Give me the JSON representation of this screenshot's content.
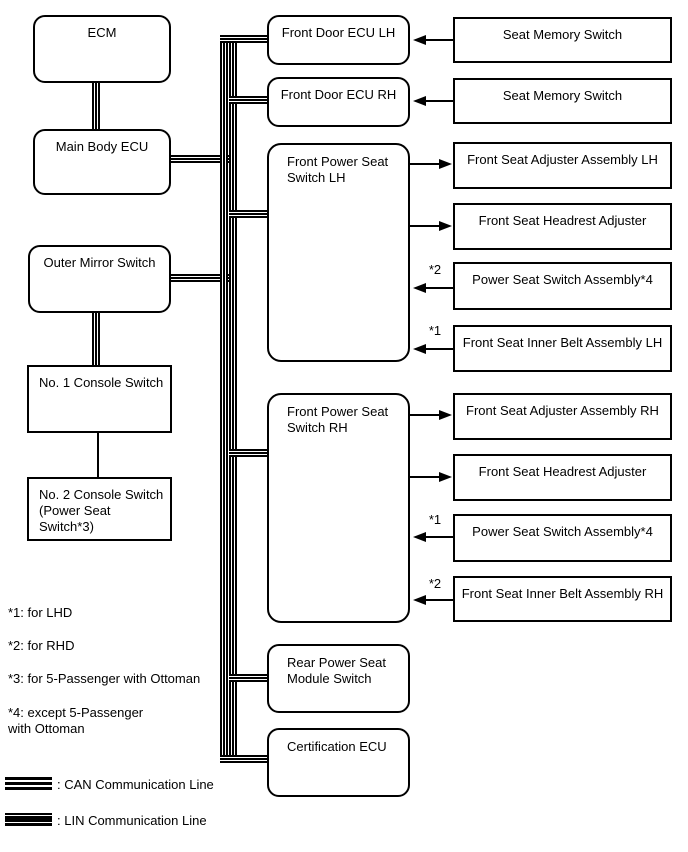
{
  "colors": {
    "line": "#000000",
    "background": "#ffffff",
    "text": "#000000"
  },
  "nodes": {
    "ecm": "ECM",
    "main_body_ecu": "Main Body ECU",
    "outer_mirror_switch": "Outer Mirror Switch",
    "no1_console_switch": "No. 1 Console Switch",
    "no2_console_switch_line1": "No. 2 Console Switch",
    "no2_console_switch_line2": "(Power Seat Switch*3)",
    "front_door_ecu_lh": "Front Door ECU LH",
    "front_door_ecu_rh": "Front Door ECU RH",
    "front_power_seat_switch_lh": "Front Power Seat Switch LH",
    "front_power_seat_switch_rh": "Front Power Seat Switch RH",
    "rear_power_seat_module_switch": "Rear Power Seat Module Switch",
    "certification_ecu": "Certification ECU"
  },
  "right_boxes": [
    {
      "label": "Seat Memory Switch",
      "marker": "",
      "arrow": "left"
    },
    {
      "label": "Seat Memory Switch",
      "marker": "",
      "arrow": "left"
    },
    {
      "label": "Front Seat Adjuster Assembly LH",
      "marker": "",
      "arrow": "right"
    },
    {
      "label": "Front Seat Headrest Adjuster",
      "marker": "",
      "arrow": "right"
    },
    {
      "label": "Power Seat Switch Assembly*4",
      "marker": "*2",
      "arrow": "left"
    },
    {
      "label": "Front Seat Inner Belt Assembly LH",
      "marker": "*1",
      "arrow": "left"
    },
    {
      "label": "Front Seat Adjuster Assembly RH",
      "marker": "",
      "arrow": "right"
    },
    {
      "label": "Front Seat Headrest Adjuster",
      "marker": "",
      "arrow": "right"
    },
    {
      "label": "Power Seat Switch Assembly*4",
      "marker": "*1",
      "arrow": "left"
    },
    {
      "label": "Front Seat Inner Belt Assembly RH",
      "marker": "*2",
      "arrow": "left"
    }
  ],
  "notes": [
    "*1: for LHD",
    "*2: for RHD",
    "*3: for 5-Passenger with Ottoman",
    "*4: except 5-Passenger with Ottoman"
  ],
  "legend": [
    {
      "symbol": "can-line",
      "label": ": CAN Communication Line"
    },
    {
      "symbol": "lin-line",
      "label": ": LIN Communication Line"
    }
  ]
}
